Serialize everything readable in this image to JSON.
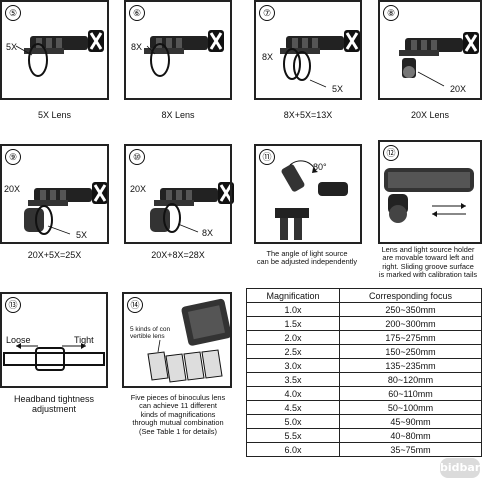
{
  "panels": {
    "p5": {
      "num": "⑤",
      "labels": [
        "5X"
      ],
      "caption": "5X Lens"
    },
    "p6": {
      "num": "⑥",
      "labels": [
        "8X"
      ],
      "caption": "8X Lens"
    },
    "p7": {
      "num": "⑦",
      "labels": [
        "8X",
        "5X"
      ],
      "caption": "8X+5X=13X"
    },
    "p8": {
      "num": "⑧",
      "labels": [
        "20X"
      ],
      "caption": "20X Lens"
    },
    "p9": {
      "num": "⑨",
      "labels": [
        "20X",
        "5X"
      ],
      "caption": "20X+5X=25X"
    },
    "p10": {
      "num": "⑩",
      "labels": [
        "20X",
        "8X"
      ],
      "caption": "20X+8X=28X"
    },
    "p11": {
      "num": "⑪",
      "labels": [
        "80°"
      ],
      "caption_lines": [
        "The angle of light source",
        "can be adjusted independently"
      ]
    },
    "p12": {
      "num": "⑫",
      "caption_lines": [
        "Lens and light source holder",
        "are movable toward left and",
        "right. Sliding groove surface",
        "is marked with calibration tails"
      ]
    },
    "p13": {
      "num": "⑬",
      "labels": [
        "Loose",
        "Tight"
      ],
      "caption_lines": [
        "Headband tightness",
        "adjustment"
      ]
    },
    "p14": {
      "num": "⑭",
      "labels": [
        "5 kinds of con",
        "vertible lens"
      ],
      "caption_lines": [
        "Five pieces of binoculus lens",
        "can achieve 11 different",
        "kinds of magnifications",
        "through mutual combination",
        "(See Table 1 for details)"
      ]
    }
  },
  "table": {
    "headers": [
      "Magnification",
      "Corresponding focus"
    ],
    "rows": [
      [
        "1.0x",
        "250~350mm"
      ],
      [
        "1.5x",
        "200~300mm"
      ],
      [
        "2.0x",
        "175~275mm"
      ],
      [
        "2.5x",
        "150~250mm"
      ],
      [
        "3.0x",
        "135~235mm"
      ],
      [
        "3.5x",
        "80~120mm"
      ],
      [
        "4.0x",
        "60~110mm"
      ],
      [
        "4.5x",
        "50~100mm"
      ],
      [
        "5.0x",
        "45~90mm"
      ],
      [
        "5.5x",
        "40~80mm"
      ],
      [
        "6.0x",
        "35~75mm"
      ]
    ]
  },
  "watermark": "bidbar"
}
